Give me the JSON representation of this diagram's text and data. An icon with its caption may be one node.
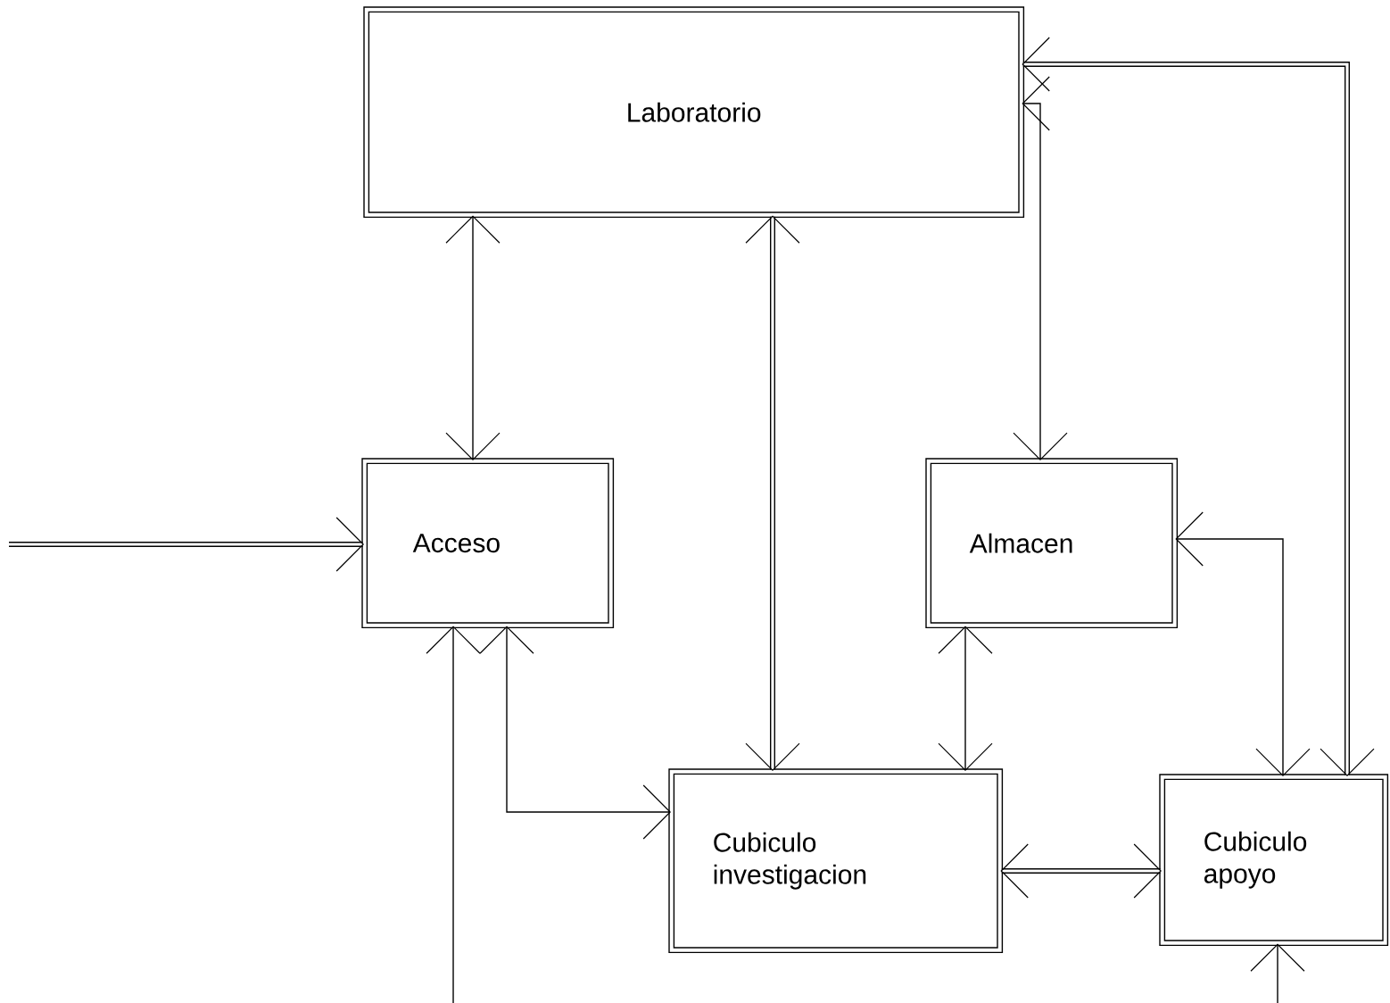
{
  "diagram": {
    "nodes": [
      {
        "text": [
          "Laboratorio"
        ]
      },
      {
        "text": [
          "Acceso"
        ]
      },
      {
        "text": [
          "Almacen"
        ]
      },
      {
        "text": [
          "Cubiculo investigacion"
        ]
      },
      {
        "text": [
          "Cubiculo apoyo"
        ]
      }
    ],
    "edges": [
      {
        "from": 0,
        "to": 1,
        "arrow": "both"
      },
      {
        "from": 0,
        "to": 3,
        "arrow": "both",
        "style": "thick"
      },
      {
        "from": 0,
        "to": 2,
        "arrow": "both"
      },
      {
        "from": 0,
        "to": 4,
        "arrow": "both",
        "style": "thick"
      },
      {
        "from": 2,
        "to": 3,
        "arrow": "both"
      },
      {
        "from": 2,
        "to": 4,
        "arrow": "both"
      },
      {
        "from": 3,
        "to": 4,
        "arrow": "both",
        "style": "thick"
      },
      {
        "from": 1,
        "to": 3,
        "arrow": "both"
      },
      {
        "from": null,
        "to": 1,
        "arrow": "to",
        "style": "thick"
      },
      {
        "from": null,
        "to": 1,
        "arrow": "to"
      },
      {
        "from": null,
        "to": 4,
        "arrow": "to"
      }
    ]
  }
}
